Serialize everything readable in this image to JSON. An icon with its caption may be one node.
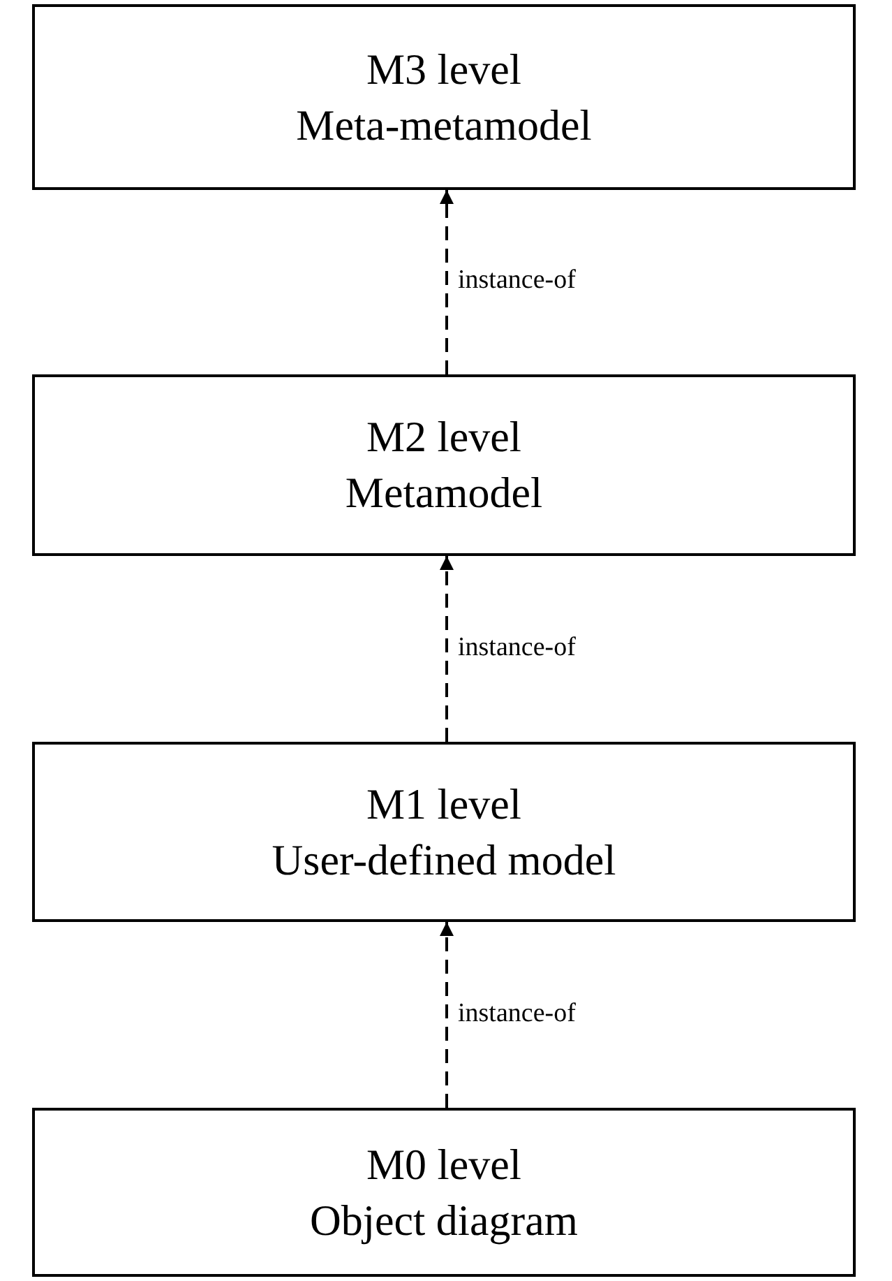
{
  "diagram": {
    "nodes": [
      {
        "text": [
          "M3 level",
          "Meta-metamodel"
        ]
      },
      {
        "text": [
          "M2 level",
          "Metamodel"
        ]
      },
      {
        "text": [
          "M1 level",
          "User-defined model"
        ]
      },
      {
        "text": [
          "M0 level",
          "Object diagram"
        ]
      }
    ],
    "edges": [
      {
        "from": 1,
        "to": 0,
        "arrow": "to",
        "style": "dashed",
        "label": "instance-of"
      },
      {
        "from": 2,
        "to": 1,
        "arrow": "to",
        "style": "dashed",
        "label": "instance-of"
      },
      {
        "from": 3,
        "to": 2,
        "arrow": "to",
        "style": "dashed",
        "label": "instance-of"
      }
    ]
  }
}
